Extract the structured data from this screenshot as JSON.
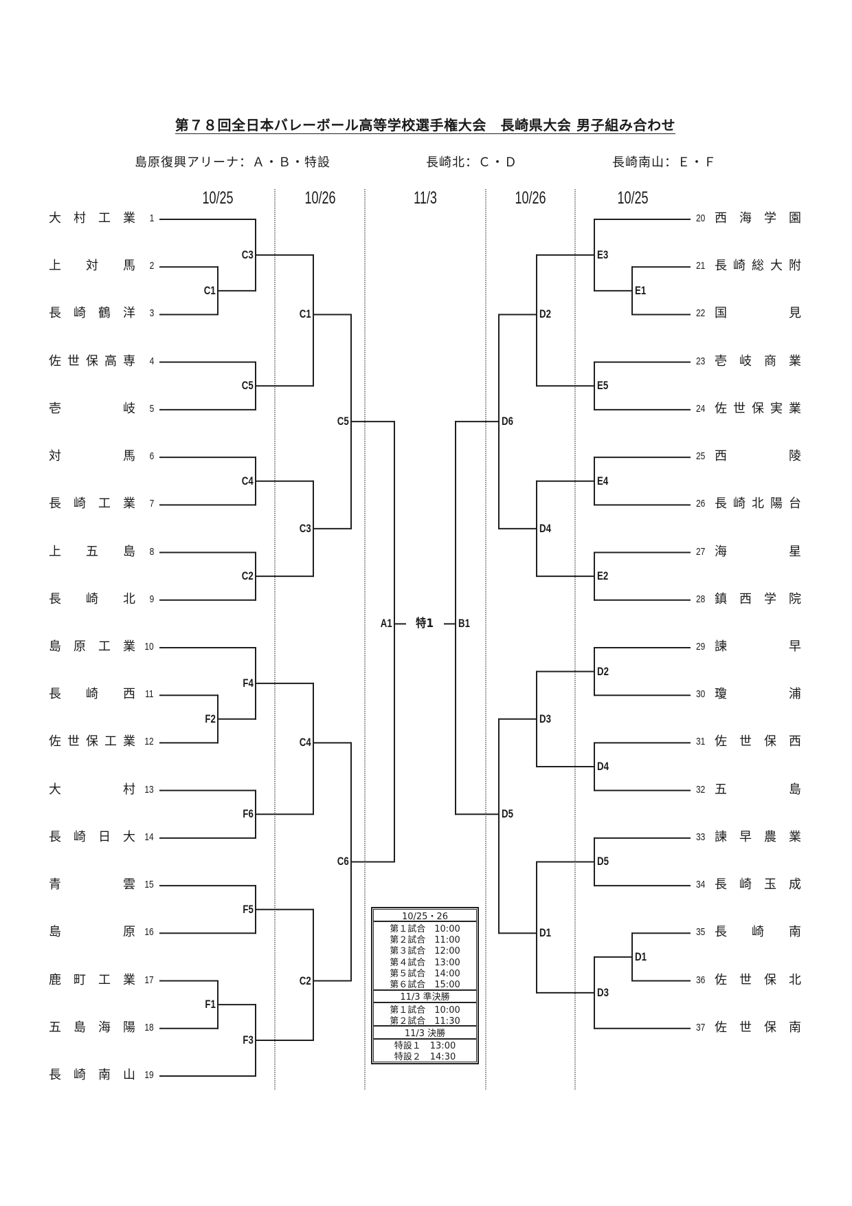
{
  "title": "第７８回全日本バレーボール高等学校選手権大会　長崎県大会 男子組み合わせ",
  "venues": [
    "島原復興アリーナ：Ａ・Ｂ・特設",
    "長崎北：Ｃ・Ｄ",
    "長崎南山：Ｅ・Ｆ"
  ],
  "date_headers": [
    "10/25",
    "10/26",
    "11/3",
    "10/26",
    "10/25"
  ],
  "left_bracket": {
    "teams": [
      {
        "no": "1",
        "name": "大村工業"
      },
      {
        "no": "2",
        "name": "上対馬"
      },
      {
        "no": "3",
        "name": "長崎鶴洋"
      },
      {
        "no": "4",
        "name": "佐世保高専"
      },
      {
        "no": "5",
        "name": "壱岐"
      },
      {
        "no": "6",
        "name": "対馬"
      },
      {
        "no": "7",
        "name": "長崎工業"
      },
      {
        "no": "8",
        "name": "上五島"
      },
      {
        "no": "9",
        "name": "長崎北"
      },
      {
        "no": "10",
        "name": "島原工業"
      },
      {
        "no": "11",
        "name": "長崎西"
      },
      {
        "no": "12",
        "name": "佐世保工業"
      },
      {
        "no": "13",
        "name": "大村"
      },
      {
        "no": "14",
        "name": "長崎日大"
      },
      {
        "no": "15",
        "name": "青雲"
      },
      {
        "no": "16",
        "name": "島原"
      },
      {
        "no": "17",
        "name": "鹿町工業"
      },
      {
        "no": "18",
        "name": "五島海陽"
      },
      {
        "no": "19",
        "name": "長崎南山"
      }
    ],
    "matches": [
      {
        "label": "C1",
        "round": "pre",
        "inputs": [
          {
            "team": "2"
          },
          {
            "team": "3"
          }
        ]
      },
      {
        "label": "C3",
        "round": "r1",
        "inputs": [
          {
            "team": "1"
          },
          {
            "match": 0
          }
        ]
      },
      {
        "label": "C5",
        "round": "r1",
        "inputs": [
          {
            "team": "4"
          },
          {
            "team": "5"
          }
        ]
      },
      {
        "label": "C4",
        "round": "r1",
        "inputs": [
          {
            "team": "6"
          },
          {
            "team": "7"
          }
        ]
      },
      {
        "label": "C2",
        "round": "r1",
        "inputs": [
          {
            "team": "8"
          },
          {
            "team": "9"
          }
        ]
      },
      {
        "label": "F2",
        "round": "pre",
        "inputs": [
          {
            "team": "11"
          },
          {
            "team": "12"
          }
        ]
      },
      {
        "label": "F4",
        "round": "r1",
        "inputs": [
          {
            "team": "10"
          },
          {
            "match": 5
          }
        ]
      },
      {
        "label": "F6",
        "round": "r1",
        "inputs": [
          {
            "team": "13"
          },
          {
            "team": "14"
          }
        ]
      },
      {
        "label": "F5",
        "round": "r1",
        "inputs": [
          {
            "team": "15"
          },
          {
            "team": "16"
          }
        ]
      },
      {
        "label": "F1",
        "round": "pre",
        "inputs": [
          {
            "team": "17"
          },
          {
            "team": "18"
          }
        ]
      },
      {
        "label": "F3",
        "round": "r1",
        "inputs": [
          {
            "match": 9
          },
          {
            "team": "19"
          }
        ]
      },
      {
        "label": "C1",
        "round": "r2",
        "inputs": [
          {
            "match": 1
          },
          {
            "match": 2
          }
        ]
      },
      {
        "label": "C3",
        "round": "r2",
        "inputs": [
          {
            "match": 3
          },
          {
            "match": 4
          }
        ]
      },
      {
        "label": "C4",
        "round": "r2",
        "inputs": [
          {
            "match": 6
          },
          {
            "match": 7
          }
        ]
      },
      {
        "label": "C2",
        "round": "r2",
        "inputs": [
          {
            "match": 8
          },
          {
            "match": 10
          }
        ]
      },
      {
        "label": "C5",
        "round": "r3",
        "inputs": [
          {
            "match": 11
          },
          {
            "match": 12
          }
        ]
      },
      {
        "label": "C6",
        "round": "r3",
        "inputs": [
          {
            "match": 13
          },
          {
            "match": 14
          }
        ]
      },
      {
        "label": "A1",
        "round": "semi",
        "inputs": [
          {
            "match": 15
          },
          {
            "match": 16
          }
        ]
      }
    ]
  },
  "right_bracket": {
    "teams": [
      {
        "no": "20",
        "name": "西海学園"
      },
      {
        "no": "21",
        "name": "長崎総大附"
      },
      {
        "no": "22",
        "name": "国見"
      },
      {
        "no": "23",
        "name": "壱岐商業"
      },
      {
        "no": "24",
        "name": "佐世保実業"
      },
      {
        "no": "25",
        "name": "西陵"
      },
      {
        "no": "26",
        "name": "長崎北陽台"
      },
      {
        "no": "27",
        "name": "海星"
      },
      {
        "no": "28",
        "name": "鎮西学院"
      },
      {
        "no": "29",
        "name": "諫早"
      },
      {
        "no": "30",
        "name": "瓊浦"
      },
      {
        "no": "31",
        "name": "佐世保西"
      },
      {
        "no": "32",
        "name": "五島"
      },
      {
        "no": "33",
        "name": "諫早農業"
      },
      {
        "no": "34",
        "name": "長崎玉成"
      },
      {
        "no": "35",
        "name": "長崎南"
      },
      {
        "no": "36",
        "name": "佐世保北"
      },
      {
        "no": "37",
        "name": "佐世保南"
      }
    ],
    "matches": [
      {
        "label": "E1",
        "round": "pre",
        "inputs": [
          {
            "team": "21"
          },
          {
            "team": "22"
          }
        ]
      },
      {
        "label": "E3",
        "round": "r1",
        "inputs": [
          {
            "team": "20"
          },
          {
            "match": 0
          }
        ]
      },
      {
        "label": "E5",
        "round": "r1",
        "inputs": [
          {
            "team": "23"
          },
          {
            "team": "24"
          }
        ]
      },
      {
        "label": "E4",
        "round": "r1",
        "inputs": [
          {
            "team": "25"
          },
          {
            "team": "26"
          }
        ]
      },
      {
        "label": "E2",
        "round": "r1",
        "inputs": [
          {
            "team": "27"
          },
          {
            "team": "28"
          }
        ]
      },
      {
        "label": "D2",
        "round": "r1",
        "inputs": [
          {
            "team": "29"
          },
          {
            "team": "30"
          }
        ]
      },
      {
        "label": "D4",
        "round": "r1",
        "inputs": [
          {
            "team": "31"
          },
          {
            "team": "32"
          }
        ]
      },
      {
        "label": "D5",
        "round": "r1",
        "inputs": [
          {
            "team": "33"
          },
          {
            "team": "34"
          }
        ]
      },
      {
        "label": "D1",
        "round": "pre",
        "inputs": [
          {
            "team": "35"
          },
          {
            "team": "36"
          }
        ]
      },
      {
        "label": "D3",
        "round": "r1",
        "inputs": [
          {
            "match": 8
          },
          {
            "team": "37"
          }
        ]
      },
      {
        "label": "D2",
        "round": "r2",
        "inputs": [
          {
            "match": 1
          },
          {
            "match": 2
          }
        ]
      },
      {
        "label": "D4",
        "round": "r2",
        "inputs": [
          {
            "match": 3
          },
          {
            "match": 4
          }
        ]
      },
      {
        "label": "D3",
        "round": "r2",
        "inputs": [
          {
            "match": 5
          },
          {
            "match": 6
          }
        ]
      },
      {
        "label": "D1",
        "round": "r2",
        "inputs": [
          {
            "match": 7
          },
          {
            "match": 9
          }
        ]
      },
      {
        "label": "D6",
        "round": "r3",
        "inputs": [
          {
            "match": 10
          },
          {
            "match": 11
          }
        ]
      },
      {
        "label": "D5",
        "round": "r3",
        "inputs": [
          {
            "match": 12
          },
          {
            "match": 13
          }
        ]
      },
      {
        "label": "B1",
        "round": "semi",
        "inputs": [
          {
            "match": 14
          },
          {
            "match": 15
          }
        ]
      }
    ]
  },
  "final": {
    "label": "特1"
  },
  "schedule": [
    {
      "kind": "header",
      "text": "10/25・26"
    },
    {
      "kind": "row",
      "text": "第１試合　10:00"
    },
    {
      "kind": "row",
      "text": "第２試合　11:00"
    },
    {
      "kind": "row",
      "text": "第３試合　12:00"
    },
    {
      "kind": "row",
      "text": "第４試合　13:00"
    },
    {
      "kind": "row",
      "text": "第５試合　14:00"
    },
    {
      "kind": "row",
      "text": "第６試合　15:00"
    },
    {
      "kind": "header",
      "text": "11/3 準決勝"
    },
    {
      "kind": "row",
      "text": "第１試合　10:00"
    },
    {
      "kind": "row",
      "text": "第２試合　11:30"
    },
    {
      "kind": "header",
      "text": "11/3 決勝"
    },
    {
      "kind": "row",
      "text": "特設１　13:00"
    },
    {
      "kind": "row",
      "text": "特設２　14:30"
    }
  ]
}
